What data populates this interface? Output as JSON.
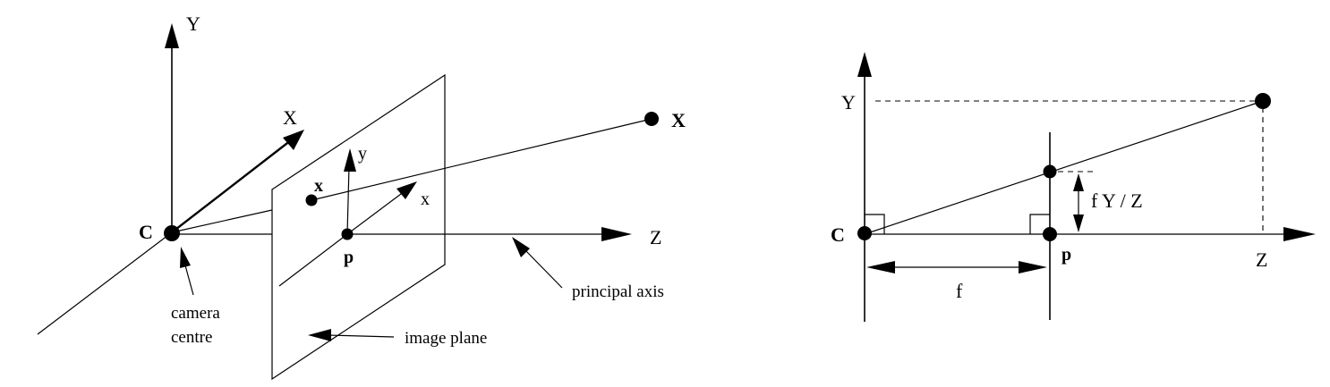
{
  "left_diagram": {
    "axis_y_label": "Y",
    "axis_x_label": "X",
    "axis_z_label": "Z",
    "camera_centre_label": "C",
    "world_point_label": "X",
    "image_point_label": "x",
    "principal_point_label": "p",
    "image_axis_x_label": "x",
    "image_axis_y_label": "y",
    "camera_centre_caption_line1": "camera",
    "camera_centre_caption_line2": "centre",
    "image_plane_caption": "image plane",
    "principal_axis_caption": "principal axis"
  },
  "right_diagram": {
    "axis_y_label": "Y",
    "axis_z_label": "Z",
    "camera_centre_label": "C",
    "principal_point_label": "p",
    "focal_length_label": "f",
    "projection_label": "f Y / Z"
  }
}
